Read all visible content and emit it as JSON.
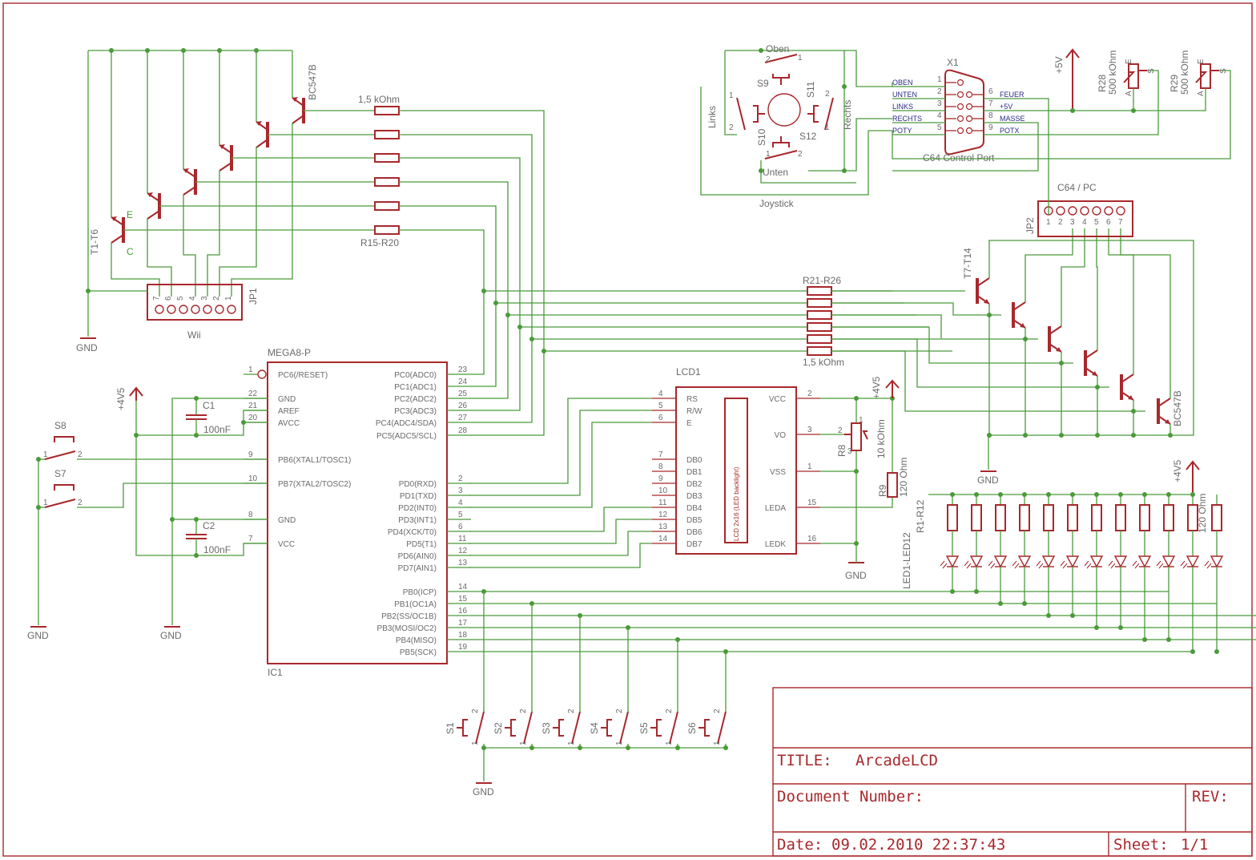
{
  "title_block": {
    "title_label": "TITLE:",
    "title_value": "ArcadeLCD",
    "docnum_label": "Document Number:",
    "rev_label": "REV:",
    "date_label": "Date:",
    "date_value": "09.02.2010 22:37:43",
    "sheet_label": "Sheet:",
    "sheet_value": "1/1"
  },
  "ic1": {
    "name": "MEGA8-P",
    "ref": "IC1",
    "left_pins": [
      {
        "num": "1",
        "label": "PC6(/RESET)"
      },
      {
        "num": "22",
        "label": "GND"
      },
      {
        "num": "21",
        "label": "AREF"
      },
      {
        "num": "20",
        "label": "AVCC"
      },
      {
        "num": "9",
        "label": "PB6(XTAL1/TOSC1)"
      },
      {
        "num": "10",
        "label": "PB7(XTAL2/TOSC2)"
      },
      {
        "num": "8",
        "label": "GND"
      },
      {
        "num": "7",
        "label": "VCC"
      }
    ],
    "right_pins": [
      {
        "num": "23",
        "label": "PC0(ADC0)"
      },
      {
        "num": "24",
        "label": "PC1(ADC1)"
      },
      {
        "num": "25",
        "label": "PC2(ADC2)"
      },
      {
        "num": "26",
        "label": "PC3(ADC3)"
      },
      {
        "num": "27",
        "label": "PC4(ADC4/SDA)"
      },
      {
        "num": "28",
        "label": "PC5(ADC5/SCL)"
      },
      {
        "num": "2",
        "label": "PD0(RXD)"
      },
      {
        "num": "3",
        "label": "PD1(TXD)"
      },
      {
        "num": "4",
        "label": "PD2(INT0)"
      },
      {
        "num": "5",
        "label": "PD3(INT1)"
      },
      {
        "num": "6",
        "label": "PD4(XCK/T0)"
      },
      {
        "num": "11",
        "label": "PD5(T1)"
      },
      {
        "num": "12",
        "label": "PD6(AIN0)"
      },
      {
        "num": "13",
        "label": "PD7(AIN1)"
      },
      {
        "num": "14",
        "label": "PB0(ICP)"
      },
      {
        "num": "15",
        "label": "PB1(OC1A)"
      },
      {
        "num": "16",
        "label": "PB2(SS/OC1B)"
      },
      {
        "num": "17",
        "label": "PB3(MOSI/OC2)"
      },
      {
        "num": "18",
        "label": "PB4(MISO)"
      },
      {
        "num": "19",
        "label": "PB5(SCK)"
      }
    ]
  },
  "lcd1": {
    "name": "LCD1",
    "inner": "LCD 2x16 (LED backlight)",
    "left_pins": [
      {
        "num": "4",
        "label": "RS"
      },
      {
        "num": "5",
        "label": "R/W"
      },
      {
        "num": "6",
        "label": "E"
      },
      {
        "num": "7",
        "label": "DB0"
      },
      {
        "num": "8",
        "label": "DB1"
      },
      {
        "num": "9",
        "label": "DB2"
      },
      {
        "num": "10",
        "label": "DB3"
      },
      {
        "num": "11",
        "label": "DB4"
      },
      {
        "num": "12",
        "label": "DB5"
      },
      {
        "num": "13",
        "label": "DB6"
      },
      {
        "num": "14",
        "label": "DB7"
      }
    ],
    "right_pins": [
      {
        "num": "2",
        "label": "VCC"
      },
      {
        "num": "3",
        "label": "VO"
      },
      {
        "num": "1",
        "label": "VSS"
      },
      {
        "num": "15",
        "label": "LEDA"
      },
      {
        "num": "16",
        "label": "LEDK"
      }
    ]
  },
  "labels": {
    "gnd": "GND",
    "v45": "+4V5",
    "v5": "+5V",
    "c1": "C1",
    "c2": "C2",
    "cap_val": "100nF",
    "s7": "S7",
    "s8": "S8",
    "s1": "S1",
    "s2": "S2",
    "s3": "S3",
    "s4": "S4",
    "s5": "S5",
    "s6": "S6",
    "t1t6": "T1-T6",
    "bc547b": "BC547B",
    "e": "E",
    "c": "C",
    "r_1k5": "1,5 kOhm",
    "r15r20": "R15-R20",
    "jp1": "JP1",
    "wii": "Wii",
    "r21r26": "R21-R26",
    "t7t14": "T7-T14",
    "jp2": "JP2",
    "c64pc": "C64 / PC",
    "r8": "R8",
    "r8val": "10 kOhm",
    "r9": "R9",
    "r120": "120 Ohm",
    "r1r12": "R1-R12",
    "led": "LED1-LED12",
    "x1": "X1",
    "c64port": "C64 Control Port",
    "joystick": "Joystick",
    "oben": "Oben",
    "unten": "Unten",
    "links": "Links",
    "rechts": "Rechts",
    "s9": "S9",
    "s10": "S10",
    "s11": "S11",
    "s12": "S12",
    "r28": "R28",
    "r29": "R29",
    "r500k": "500 kOhm",
    "s": "S",
    "a": "A"
  },
  "x1_left": [
    "OBEN",
    "UNTEN",
    "LINKS",
    "RECHTS",
    "POTY"
  ],
  "x1_right": [
    "FEUER",
    "+5V",
    "MASSE",
    "POTX"
  ],
  "jp1_pins": [
    "7",
    "6",
    "5",
    "4",
    "3",
    "2",
    "1"
  ],
  "jp2_pins": [
    "1",
    "2",
    "3",
    "4",
    "5",
    "6",
    "7"
  ]
}
